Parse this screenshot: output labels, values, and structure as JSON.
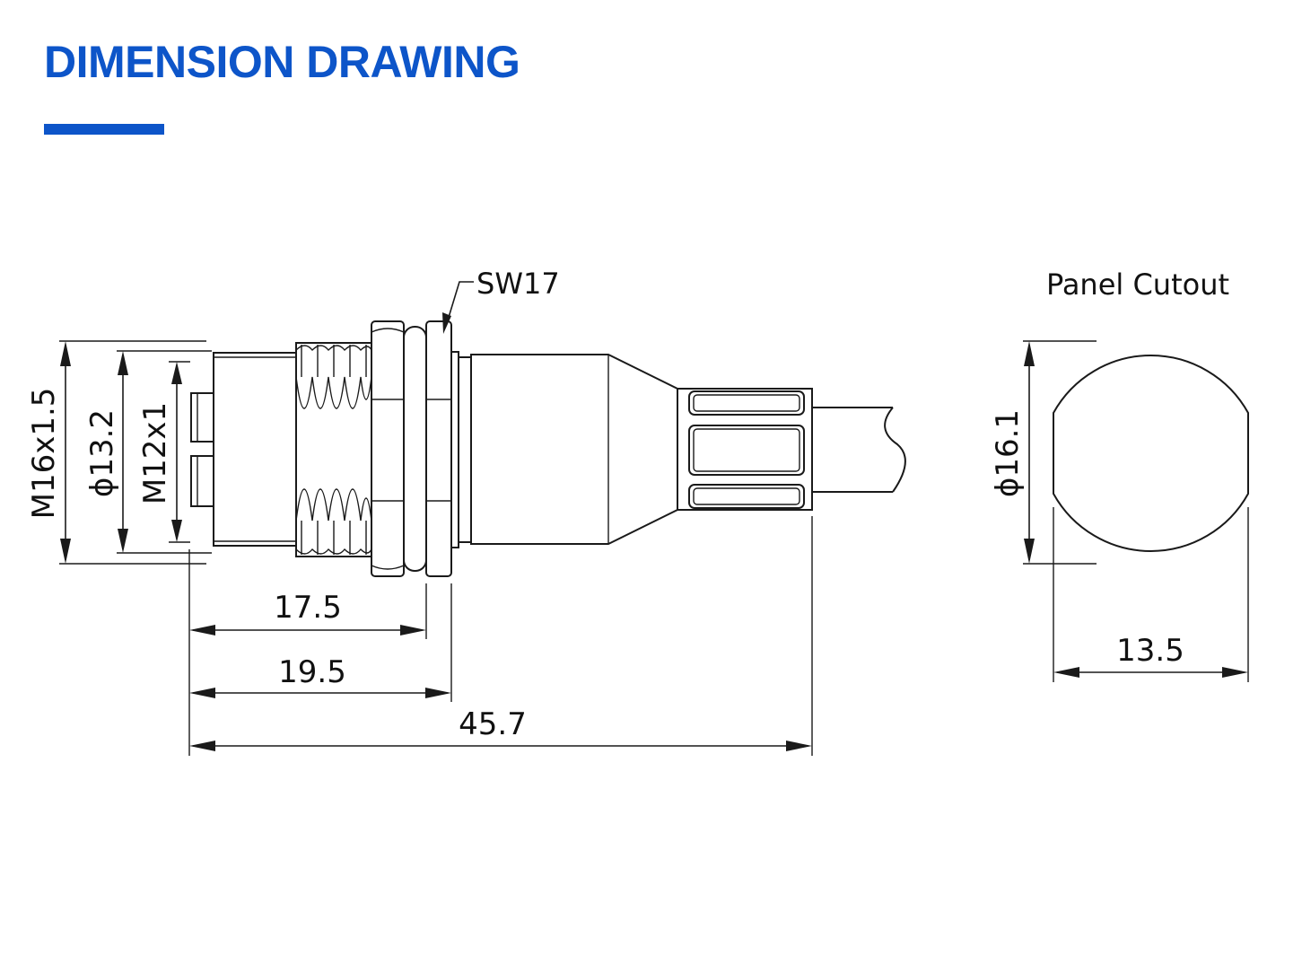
{
  "title": "DIMENSION DRAWING",
  "colors": {
    "accent": "#0d55c9",
    "line": "#1a1a1a"
  },
  "labels": {
    "sw": "SW17",
    "m16": "M16x1.5",
    "d132": "ϕ13.2",
    "m12": "M12x1",
    "len175": "17.5",
    "len195": "19.5",
    "len457": "45.7",
    "cutout_title": "Panel Cutout",
    "d161": "ϕ16.1",
    "w135": "13.5"
  }
}
